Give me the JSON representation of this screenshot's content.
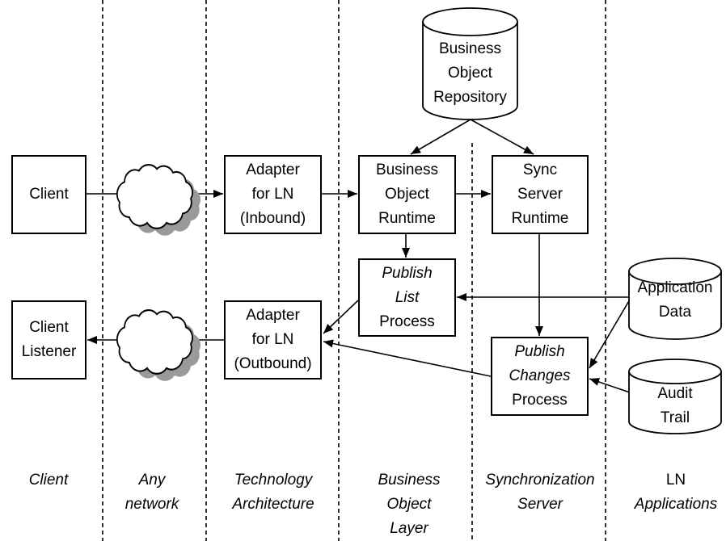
{
  "colors": {
    "line": "#000000",
    "background": "#ffffff",
    "cloud_shadow": "#9a9a9a"
  },
  "boxes": {
    "client": {
      "lines": [
        "Client"
      ]
    },
    "adapter_inbound": {
      "lines": [
        "Adapter",
        "for LN",
        "(Inbound)"
      ]
    },
    "business_object_runtime": {
      "lines": [
        "Business",
        "Object",
        "Runtime"
      ]
    },
    "sync_server_runtime": {
      "lines": [
        "Sync",
        "Server",
        "Runtime"
      ]
    },
    "publish_list_process": {
      "lines": [
        "Publish",
        "List",
        "Process"
      ]
    },
    "client_listener": {
      "lines": [
        "Client",
        "Listener"
      ]
    },
    "adapter_outbound": {
      "lines": [
        "Adapter",
        "for LN",
        "(Outbound)"
      ]
    },
    "publish_changes_process": {
      "lines": [
        "Publish",
        "Changes",
        "Process"
      ]
    }
  },
  "datastores": {
    "business_object_repository": {
      "lines": [
        "Business",
        "Object",
        "Repository"
      ]
    },
    "application_data": {
      "lines": [
        "Application",
        "Data"
      ]
    },
    "audit_trail": {
      "lines": [
        "Audit",
        "Trail"
      ]
    }
  },
  "lanes": {
    "client": {
      "lines": [
        "Client"
      ]
    },
    "any_network": {
      "lines": [
        "Any",
        "network"
      ]
    },
    "technology_architecture": {
      "lines": [
        "Technology",
        "Architecture"
      ]
    },
    "business_object_layer": {
      "lines": [
        "Business",
        "Object",
        "Layer"
      ]
    },
    "synchronization_server": {
      "lines": [
        "Synchronization",
        "Server"
      ]
    },
    "ln_applications": {
      "lines": [
        "LN",
        "Applications"
      ]
    }
  },
  "icons": {
    "network_cloud_top": "cloud",
    "network_cloud_bottom": "cloud"
  }
}
